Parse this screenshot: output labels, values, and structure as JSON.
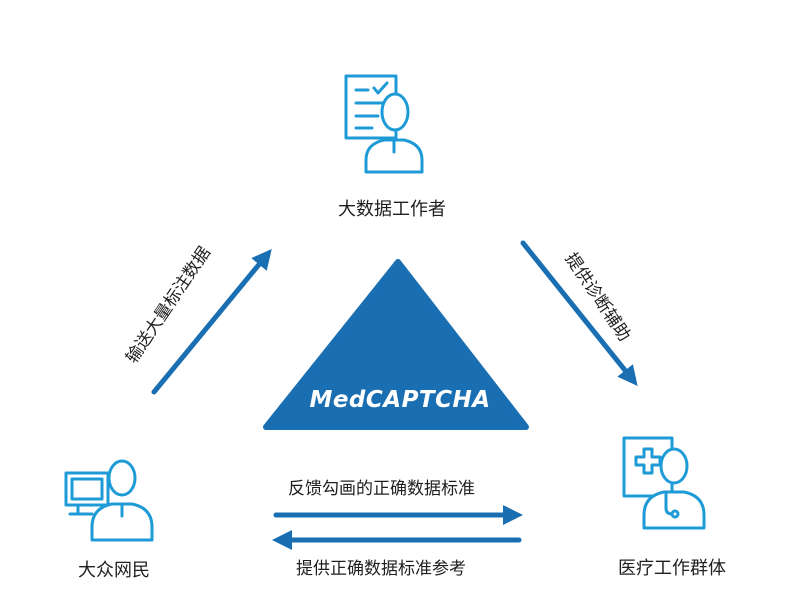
{
  "colors": {
    "primary": "#1a6fb3",
    "icon": "#1e9bd7",
    "text": "#1f1f1f",
    "white": "#ffffff"
  },
  "center": {
    "label": "MedCAPTCHA"
  },
  "nodes": {
    "top": {
      "label": "大数据工作者",
      "icon": "document-person-icon"
    },
    "left": {
      "label": "大众网民",
      "icon": "computer-user-icon"
    },
    "right": {
      "label": "医疗工作群体",
      "icon": "doctor-icon"
    }
  },
  "edges": {
    "left_to_top": {
      "label": "输送大量标注数据"
    },
    "top_to_right": {
      "label": "提供诊断辅助"
    },
    "left_to_right": {
      "label": "反馈勾画的正确数据标准"
    },
    "right_to_left": {
      "label": "提供正确数据标准参考"
    }
  }
}
